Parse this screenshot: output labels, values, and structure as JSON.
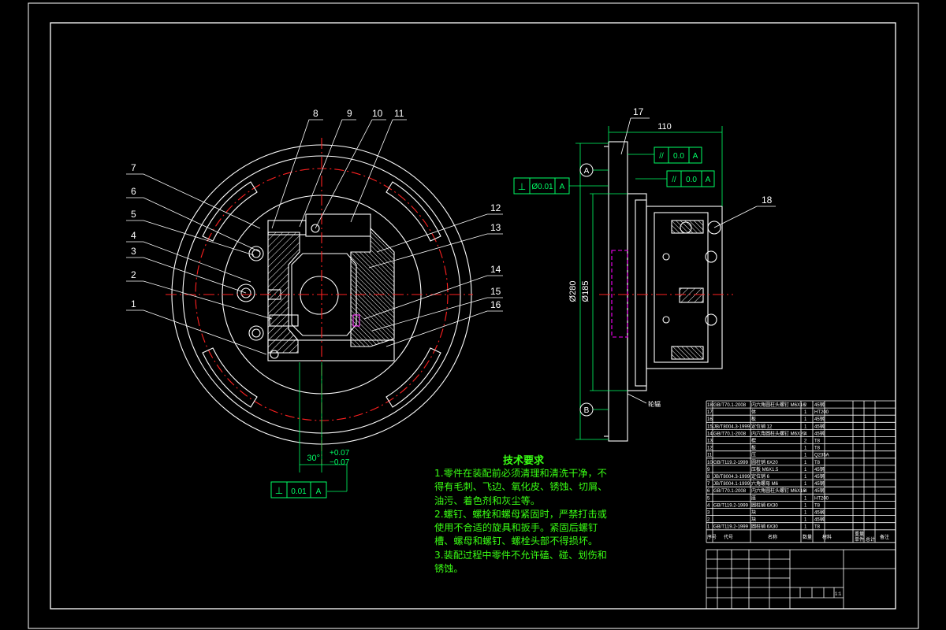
{
  "balloons": [
    "1",
    "2",
    "3",
    "4",
    "5",
    "6",
    "7",
    "8",
    "9",
    "10",
    "11",
    "12",
    "13",
    "14",
    "15",
    "16",
    "17",
    "18"
  ],
  "dimensions": {
    "width_110": "110",
    "dia_280": "Ø280",
    "dia_185": "Ø185",
    "angle_30": "30°",
    "tol_plus": "+0.07",
    "tol_minus": "−0.07",
    "detail_label": "轮辐"
  },
  "tolerance_frames": {
    "perp_left": {
      "symbol": "⊥",
      "value": "Ø0.01",
      "datum": "A"
    },
    "par_top": {
      "symbol": "//",
      "value": "0.0",
      "datum": "A"
    },
    "par_mid": {
      "symbol": "//",
      "value": "0.0",
      "datum": "A"
    },
    "perp_bottom": {
      "symbol": "⊥",
      "value": "0.01",
      "datum": "A"
    }
  },
  "datums": [
    "A",
    "B"
  ],
  "tech_requirements": {
    "title": "技术要求",
    "lines": [
      "1.零件在装配前必须清理和清洗干净，不",
      "得有毛刺、飞边、氧化皮、锈蚀、切屑、",
      "油污、着色剂和灰尘等。",
      "2.螺钉、螺栓和螺母紧固时，严禁打击或",
      "使用不合适的旋具和扳手。紧固后螺钉",
      "槽、螺母和螺钉、螺栓头部不得损坏。",
      "3.装配过程中零件不允许磕、碰、划伤和",
      "锈蚀。"
    ]
  },
  "bom_rows": [
    {
      "no": "18",
      "code": "GB/T70.1-2008",
      "name": "内六角圆柱头螺钉 M6X16",
      "qty": "2",
      "mat": "45钢"
    },
    {
      "no": "17",
      "code": "",
      "name": "体",
      "qty": "1",
      "mat": "HT200"
    },
    {
      "no": "16",
      "code": "",
      "name": "板",
      "qty": "1",
      "mat": "45钢"
    },
    {
      "no": "15",
      "code": "JB/T8004.3-1999",
      "name": "定位销 12",
      "qty": "1",
      "mat": "45钢"
    },
    {
      "no": "14",
      "code": "GB/T70.1-2008",
      "name": "内六角圆柱头螺钉 M6X20",
      "qty": "4",
      "mat": "45钢"
    },
    {
      "no": "13",
      "code": "",
      "name": "楔",
      "qty": "2",
      "mat": "T8"
    },
    {
      "no": "12",
      "code": "",
      "name": "板",
      "qty": "1",
      "mat": "T8"
    },
    {
      "no": "11",
      "code": "",
      "name": "压",
      "qty": "1",
      "mat": "Q235A"
    },
    {
      "no": "10",
      "code": "GB/T119.2-1999",
      "name": "圆柱销 6X20",
      "qty": "1",
      "mat": "T8"
    },
    {
      "no": "9",
      "code": "",
      "name": "压板 M6X1.5",
      "qty": "1",
      "mat": "45钢"
    },
    {
      "no": "8",
      "code": "JB/T8004.3-1999",
      "name": "定位销 6",
      "qty": "1",
      "mat": "45钢"
    },
    {
      "no": "7",
      "code": "JB/T8004.1-1999",
      "name": "六角螺母 M6",
      "qty": "1",
      "mat": "45钢"
    },
    {
      "no": "6",
      "code": "GB/T70.1-2008",
      "name": "内六角圆柱头螺钉 M6X16",
      "qty": "4",
      "mat": "45钢"
    },
    {
      "no": "5",
      "code": "",
      "name": "座",
      "qty": "1",
      "mat": "HT200"
    },
    {
      "no": "4",
      "code": "GB/T119.2-1999",
      "name": "圆柱销 6X30",
      "qty": "1",
      "mat": "T8"
    },
    {
      "no": "3",
      "code": "",
      "name": "块",
      "qty": "1",
      "mat": "45钢"
    },
    {
      "no": "2",
      "code": "",
      "name": "块",
      "qty": "1",
      "mat": "45钢"
    },
    {
      "no": "1",
      "code": "GB/T119.2-1999",
      "name": "圆柱销 6X30",
      "qty": "1",
      "mat": "T8"
    }
  ],
  "bom_header": {
    "no": "序号",
    "code": "代号",
    "name": "名称",
    "qty": "数量",
    "mat": "材料",
    "weight": "重量",
    "single": "单件",
    "total": "总计",
    "note": "备注"
  },
  "title_block": {
    "scale": "1:1"
  },
  "colors": {
    "frame": "#ffffff",
    "outline": "#ffffff",
    "center": "#ff2020",
    "dimension": "#00ff66",
    "leader": "#ffffff",
    "hatch": "#ffffff",
    "hidden": "#ff00ff",
    "tech_text": "#39ff14",
    "highlight": "#ff5050"
  }
}
